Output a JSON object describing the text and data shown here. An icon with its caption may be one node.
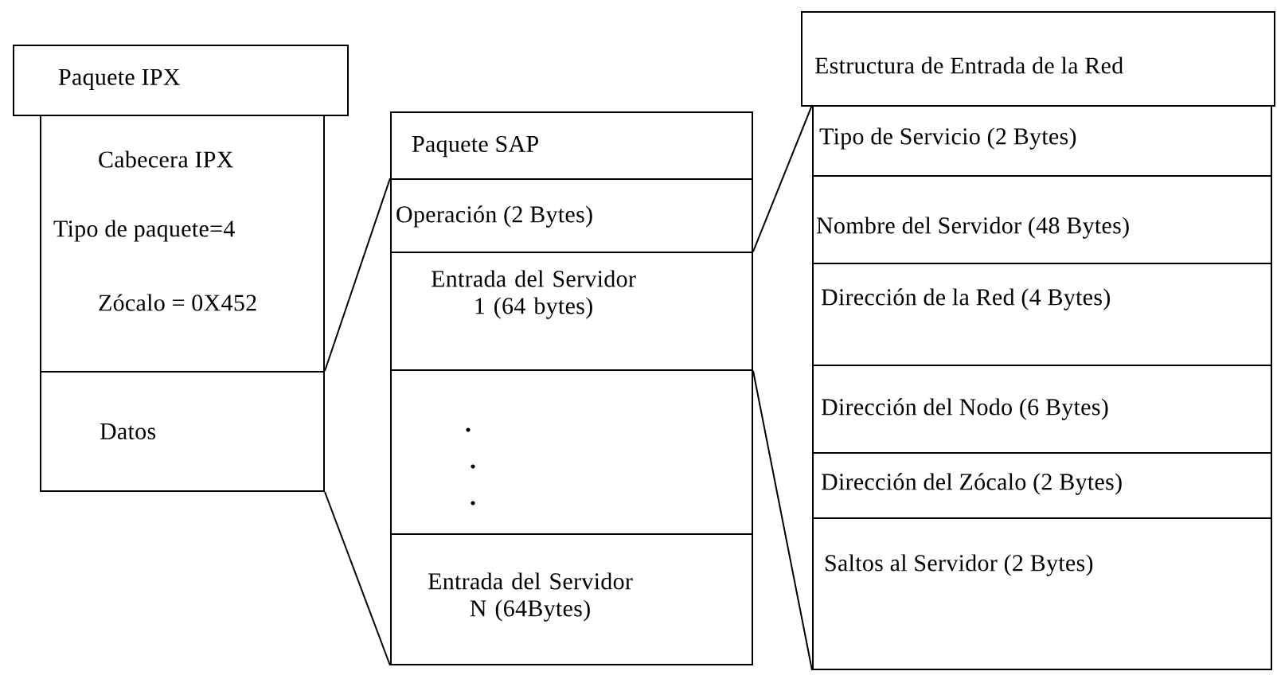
{
  "diagram": {
    "nodes": [
      {
        "text": [
          "Paquete IPX"
        ]
      },
      {
        "text": [
          "Cabecera IPX",
          "Tipo de paquete=4",
          "Zócalo = 0X452"
        ]
      },
      {
        "text": [
          "Datos"
        ]
      },
      {
        "text": [
          "Paquete SAP"
        ]
      },
      {
        "text": [
          "Operación (2 Bytes)"
        ]
      },
      {
        "text": [
          "Entrada del Servidor 1 (64 bytes)"
        ]
      },
      {
        "text": [],
        "shape": "box"
      },
      {
        "text": [
          "Entrada del Servidor N (64Bytes)"
        ]
      },
      {
        "text": [
          "Estructura de Entrada de la Red"
        ]
      },
      {
        "text": [
          "Tipo de Servicio (2 Bytes)"
        ]
      },
      {
        "text": [
          "Nombre del Servidor (48 Bytes)"
        ]
      },
      {
        "text": [
          "Dirección de la Red (4 Bytes)"
        ]
      },
      {
        "text": [
          "Dirección del Nodo (6 Bytes)"
        ]
      },
      {
        "text": [
          "Dirección del Zócalo (2 Bytes)"
        ]
      },
      {
        "text": [
          "Saltos al Servidor (2 Bytes)"
        ]
      }
    ],
    "edges": [
      {
        "from": 2,
        "to": 4,
        "arrow": "none"
      },
      {
        "from": 2,
        "to": 7,
        "arrow": "none"
      },
      {
        "from": 5,
        "to": 9,
        "arrow": "none"
      },
      {
        "from": 5,
        "to": 14,
        "arrow": "none"
      }
    ]
  }
}
